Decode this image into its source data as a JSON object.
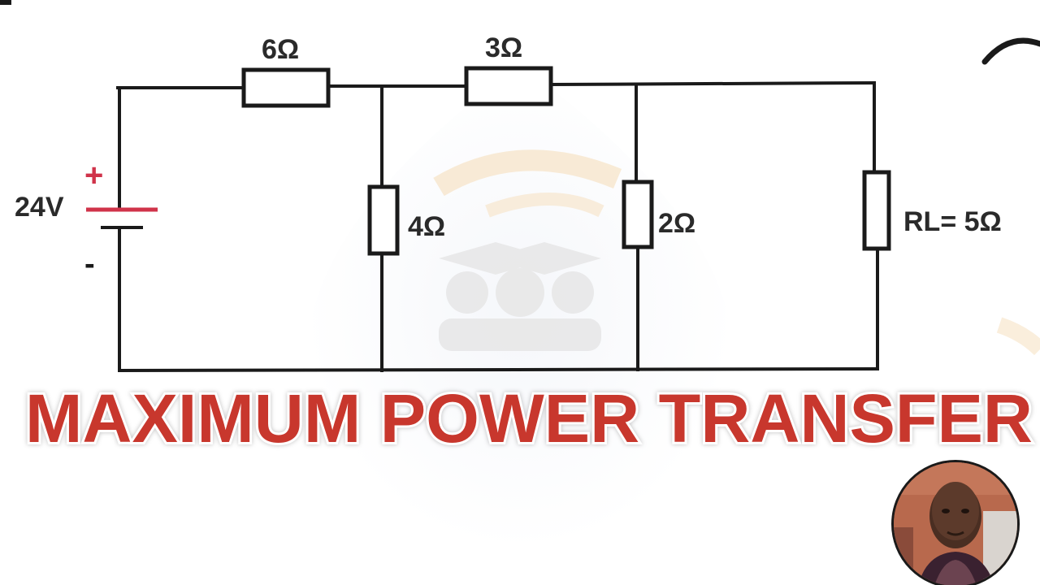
{
  "circuit": {
    "source_voltage": "24V",
    "plus_sign": "+",
    "minus_sign": "-",
    "r_series_1": "6Ω",
    "r_series_2": "3Ω",
    "r_shunt_1": "4Ω",
    "r_shunt_2": "2Ω",
    "r_load": "RL= 5Ω"
  },
  "overlay": {
    "title": "MAXIMUM POWER TRANSFER"
  },
  "colors": {
    "wire": "#1a1a1a",
    "source_positive": "#d0334a",
    "title_fill": "#c8372d",
    "title_outline": "#ffffff",
    "label_text": "#2a2a2a"
  },
  "icons": {
    "presenter": "presenter-avatar",
    "watermark": "graduation-cap-logo-watermark"
  }
}
